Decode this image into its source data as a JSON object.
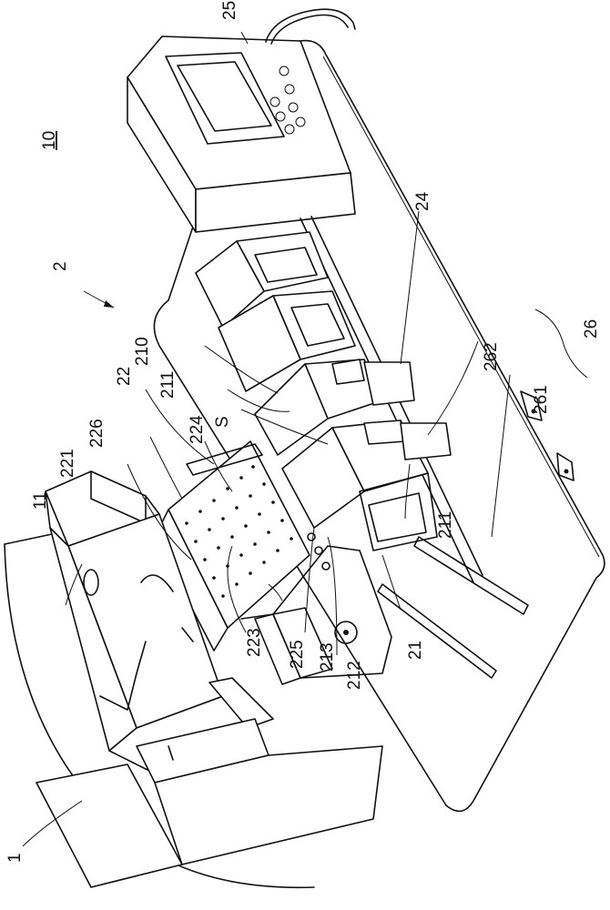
{
  "figure": {
    "labels": {
      "figure_ref": "10",
      "assembly_2": "2",
      "l1": "1",
      "l11": "11",
      "l21": "21",
      "l22": "22",
      "l24": "24",
      "l25": "25",
      "l26": "26",
      "l210": "210",
      "l211a": "211",
      "l211b": "211",
      "l212": "212",
      "l213": "213",
      "l221": "221",
      "l223": "223",
      "l224": "224",
      "l225": "225",
      "l226": "226",
      "l261": "261",
      "l262": "262",
      "ls": "S"
    }
  }
}
